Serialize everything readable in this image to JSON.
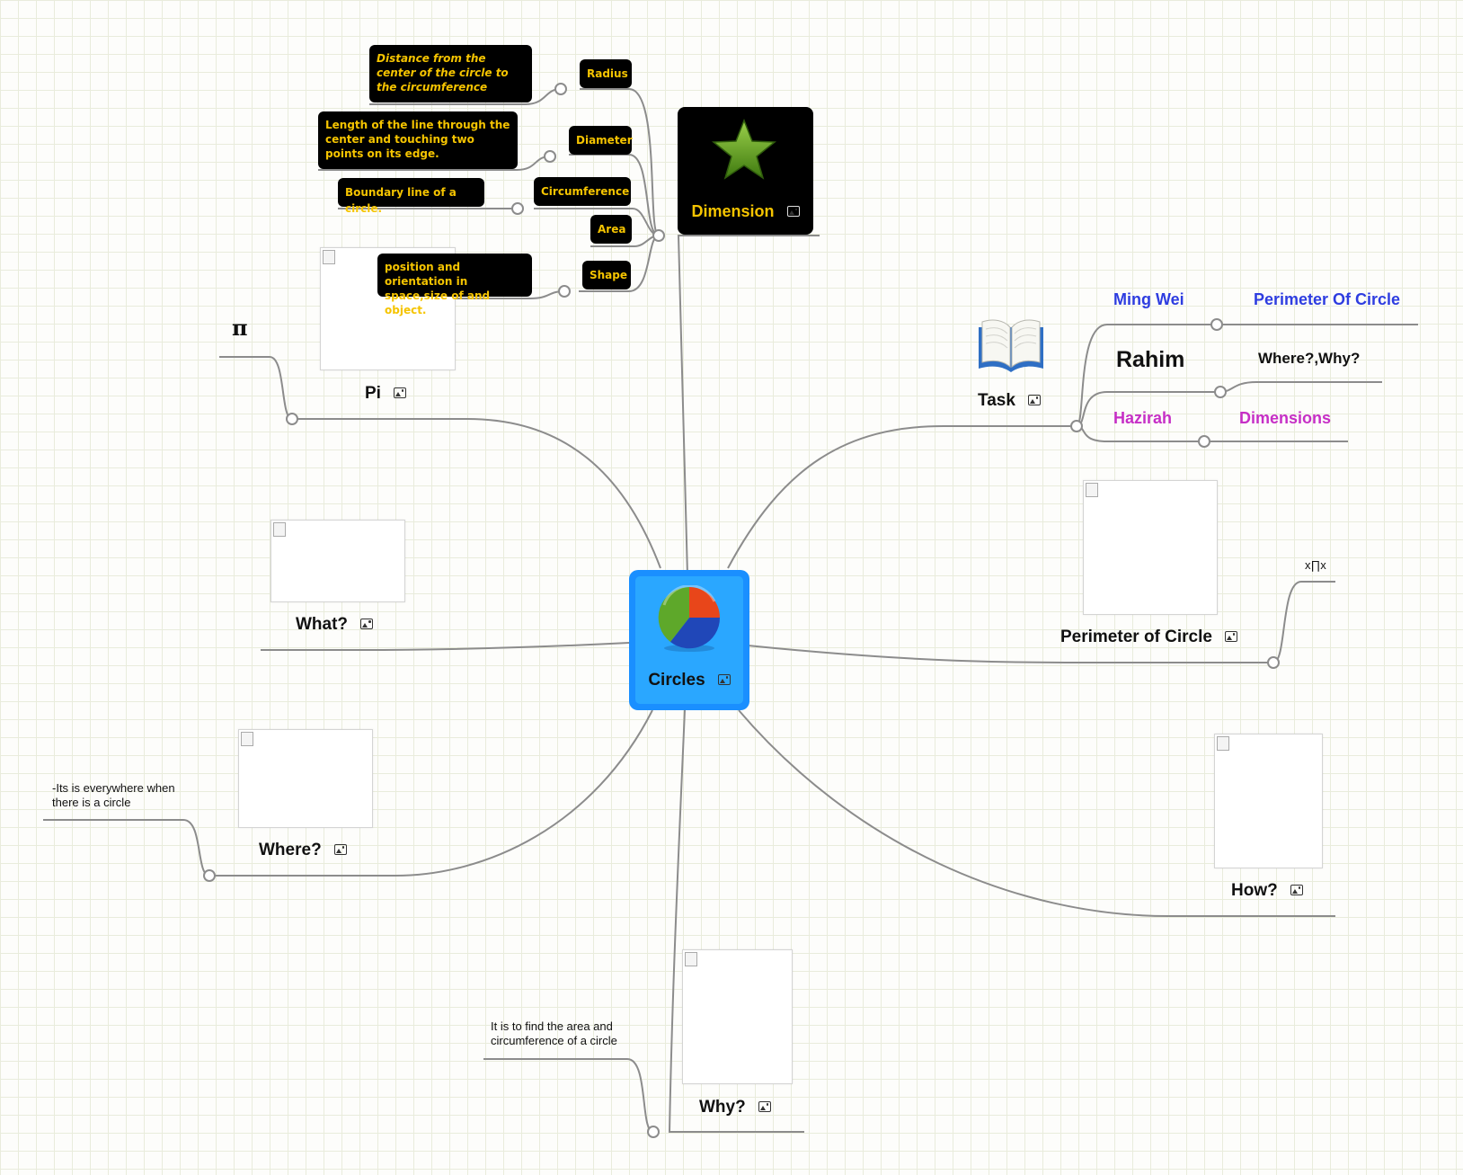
{
  "central": {
    "label": "Circles",
    "icon": "pie-chart-icon"
  },
  "dimension": {
    "label": "Dimension",
    "icon": "star-icon",
    "children": [
      {
        "label": "Radius",
        "note": "Distance from the center of the circle to the circumference"
      },
      {
        "label": "Diameter",
        "note": "Length of the line through the center and touching two points on its edge."
      },
      {
        "label": "Circumference",
        "note": "Boundary line of a circle."
      },
      {
        "label": "Area"
      },
      {
        "label": "Shape",
        "note": "position and orientation in space,size of and object."
      }
    ]
  },
  "pi": {
    "label": "Pi",
    "symbol": "π"
  },
  "what": {
    "label": "What?"
  },
  "where": {
    "label": "Where?",
    "note": "-Its is everywhere when there is a circle"
  },
  "why": {
    "label": "Why?",
    "note": "It is to find the area and circumference of a circle"
  },
  "task": {
    "label": "Task",
    "icon": "book-icon",
    "members": [
      {
        "name": "Ming Wei",
        "job": "Perimeter Of Circle",
        "color": "#2e3de0"
      },
      {
        "name": "Rahim",
        "job": "Where?,Why?",
        "color": "#111111"
      },
      {
        "name": "Hazirah",
        "job": "Dimensions",
        "color": "#c62fc6"
      }
    ]
  },
  "perimeter": {
    "label": "Perimeter of Circle",
    "formula": "x∏x"
  },
  "how": {
    "label": "How?"
  },
  "colors": {
    "central_border": "#1a8fff",
    "central_fill": "#2aa7ff",
    "node_fill": "#000000",
    "node_text": "#f5c400",
    "connector": "#8c8c8c"
  }
}
